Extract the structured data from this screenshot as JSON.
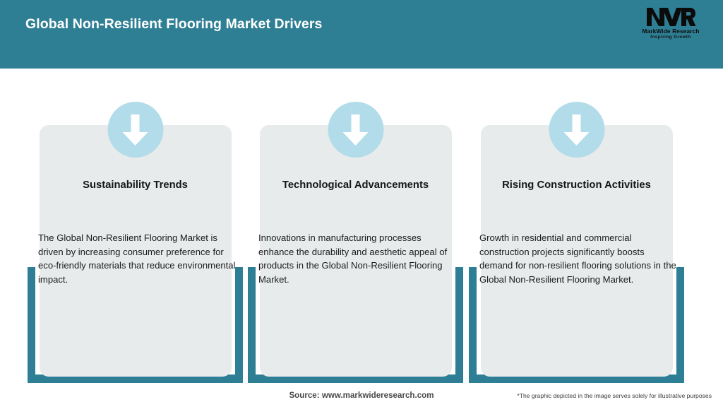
{
  "header": {
    "title": "Global Non-Resilient Flooring Market Drivers",
    "background_color": "#2f7f94",
    "title_color": "#ffffff",
    "logo": {
      "mark": "MWR",
      "name": "MarkWide Research",
      "tagline": "Inspiring Growth"
    }
  },
  "theme": {
    "teal": "#2e7f95",
    "card_gray": "#e7ebec",
    "icon_circle_blue": "#b2dce9",
    "arrow_white": "#ffffff"
  },
  "cards": [
    {
      "icon": "arrow-down-icon",
      "title": "Sustainability Trends",
      "body": "The Global Non-Resilient Flooring Market is driven by increasing consumer preference for eco-friendly materials that reduce environmental impact."
    },
    {
      "icon": "arrow-down-icon",
      "title": "Technological Advancements",
      "body": "Innovations in manufacturing processes enhance the durability and aesthetic appeal of products in the Global Non-Resilient Flooring Market."
    },
    {
      "icon": "arrow-down-icon",
      "title": "Rising Construction Activities",
      "body": "Growth in residential and commercial construction projects significantly boosts demand for non-resilient flooring solutions in the Global Non-Resilient Flooring Market."
    }
  ],
  "footer": {
    "source": "Source: www.markwideresearch.com",
    "disclaimer": "*The graphic depicted in the image serves solely for illustrative purposes"
  }
}
